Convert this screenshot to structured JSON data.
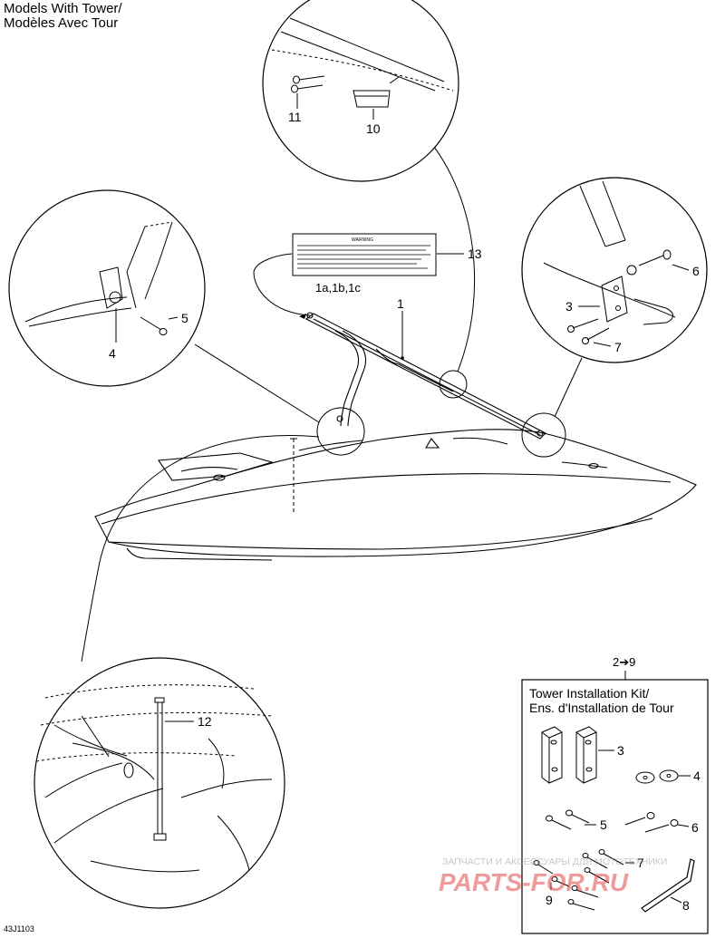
{
  "title": {
    "line1": "Models With Tower/",
    "line2": "Modèles Avec Tour"
  },
  "diagram_code": "43J1103",
  "callouts": {
    "c1": "1",
    "c1abc": "1a,1b,1c",
    "c3": "3",
    "c4": "4",
    "c5": "5",
    "c6": "6",
    "c7": "7",
    "c10": "10",
    "c11": "11",
    "c12": "12",
    "c13": "13"
  },
  "warning_label": {
    "heading": "WARNING"
  },
  "kit": {
    "ref": "2➔9",
    "title_line1": "Tower Installation Kit/",
    "title_line2": "Ens. d'Installation de Tour",
    "k3": "3",
    "k4": "4",
    "k5": "5",
    "k6": "6",
    "k7": "7",
    "k8": "8",
    "k9": "9"
  },
  "watermark": {
    "line1": "ЗАПЧАСТИ И АКСЕССУАРЫ ДЛЯ МОТОТЕХНИКИ",
    "line2": "PARTS-FOR.RU"
  }
}
